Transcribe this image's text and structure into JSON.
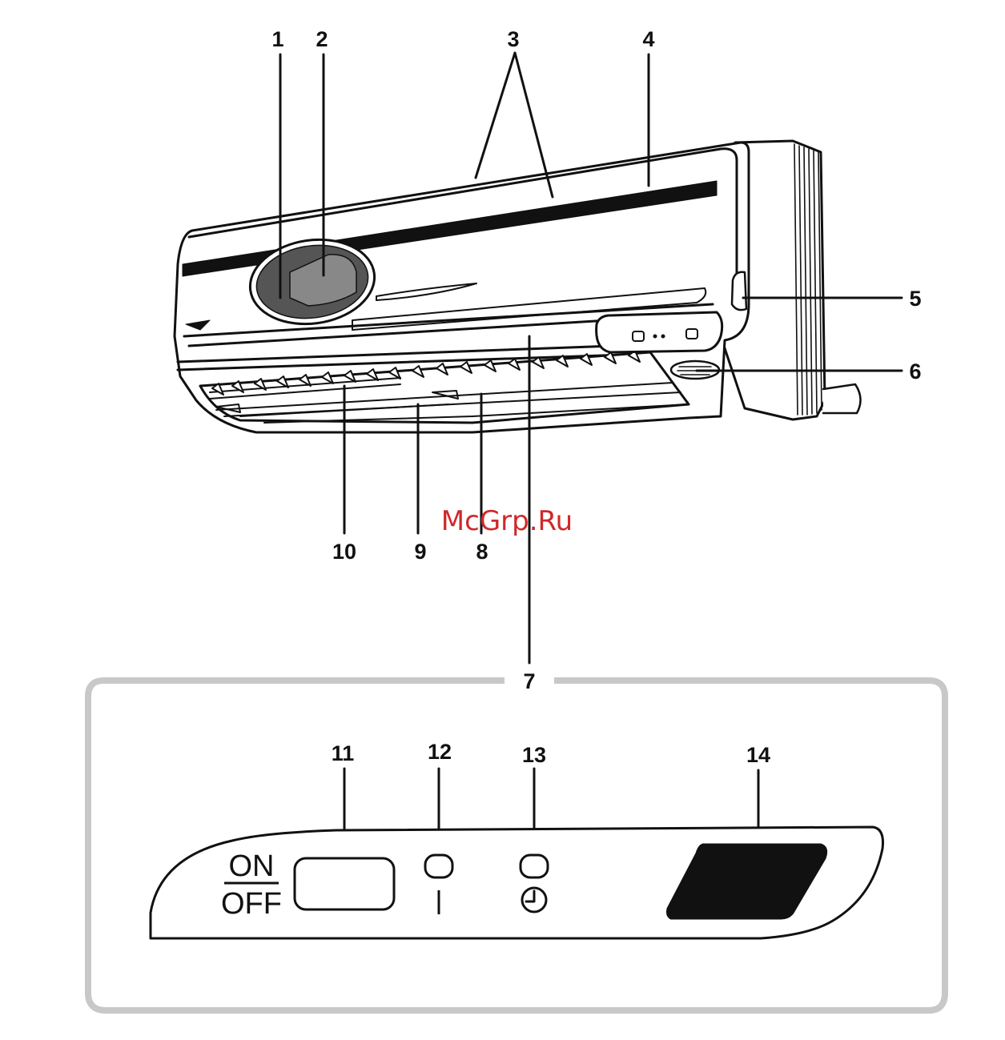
{
  "callouts": {
    "c1": "1",
    "c2": "2",
    "c3": "3",
    "c4": "4",
    "c5": "5",
    "c6": "6",
    "c7": "7",
    "c8": "8",
    "c9": "9",
    "c10": "10",
    "c11": "11",
    "c12": "12",
    "c13": "13",
    "c14": "14"
  },
  "panel": {
    "on_label": "ON",
    "off_label": "OFF"
  },
  "watermark": "McGrp.Ru",
  "icons": {
    "timer": "clock-icon",
    "power_indicator": "indicator-lamp-icon",
    "receiver": "signal-receiver-icon"
  },
  "colors": {
    "line": "#111111",
    "frame": "#c8c8c8",
    "watermark": "#d0282a"
  }
}
